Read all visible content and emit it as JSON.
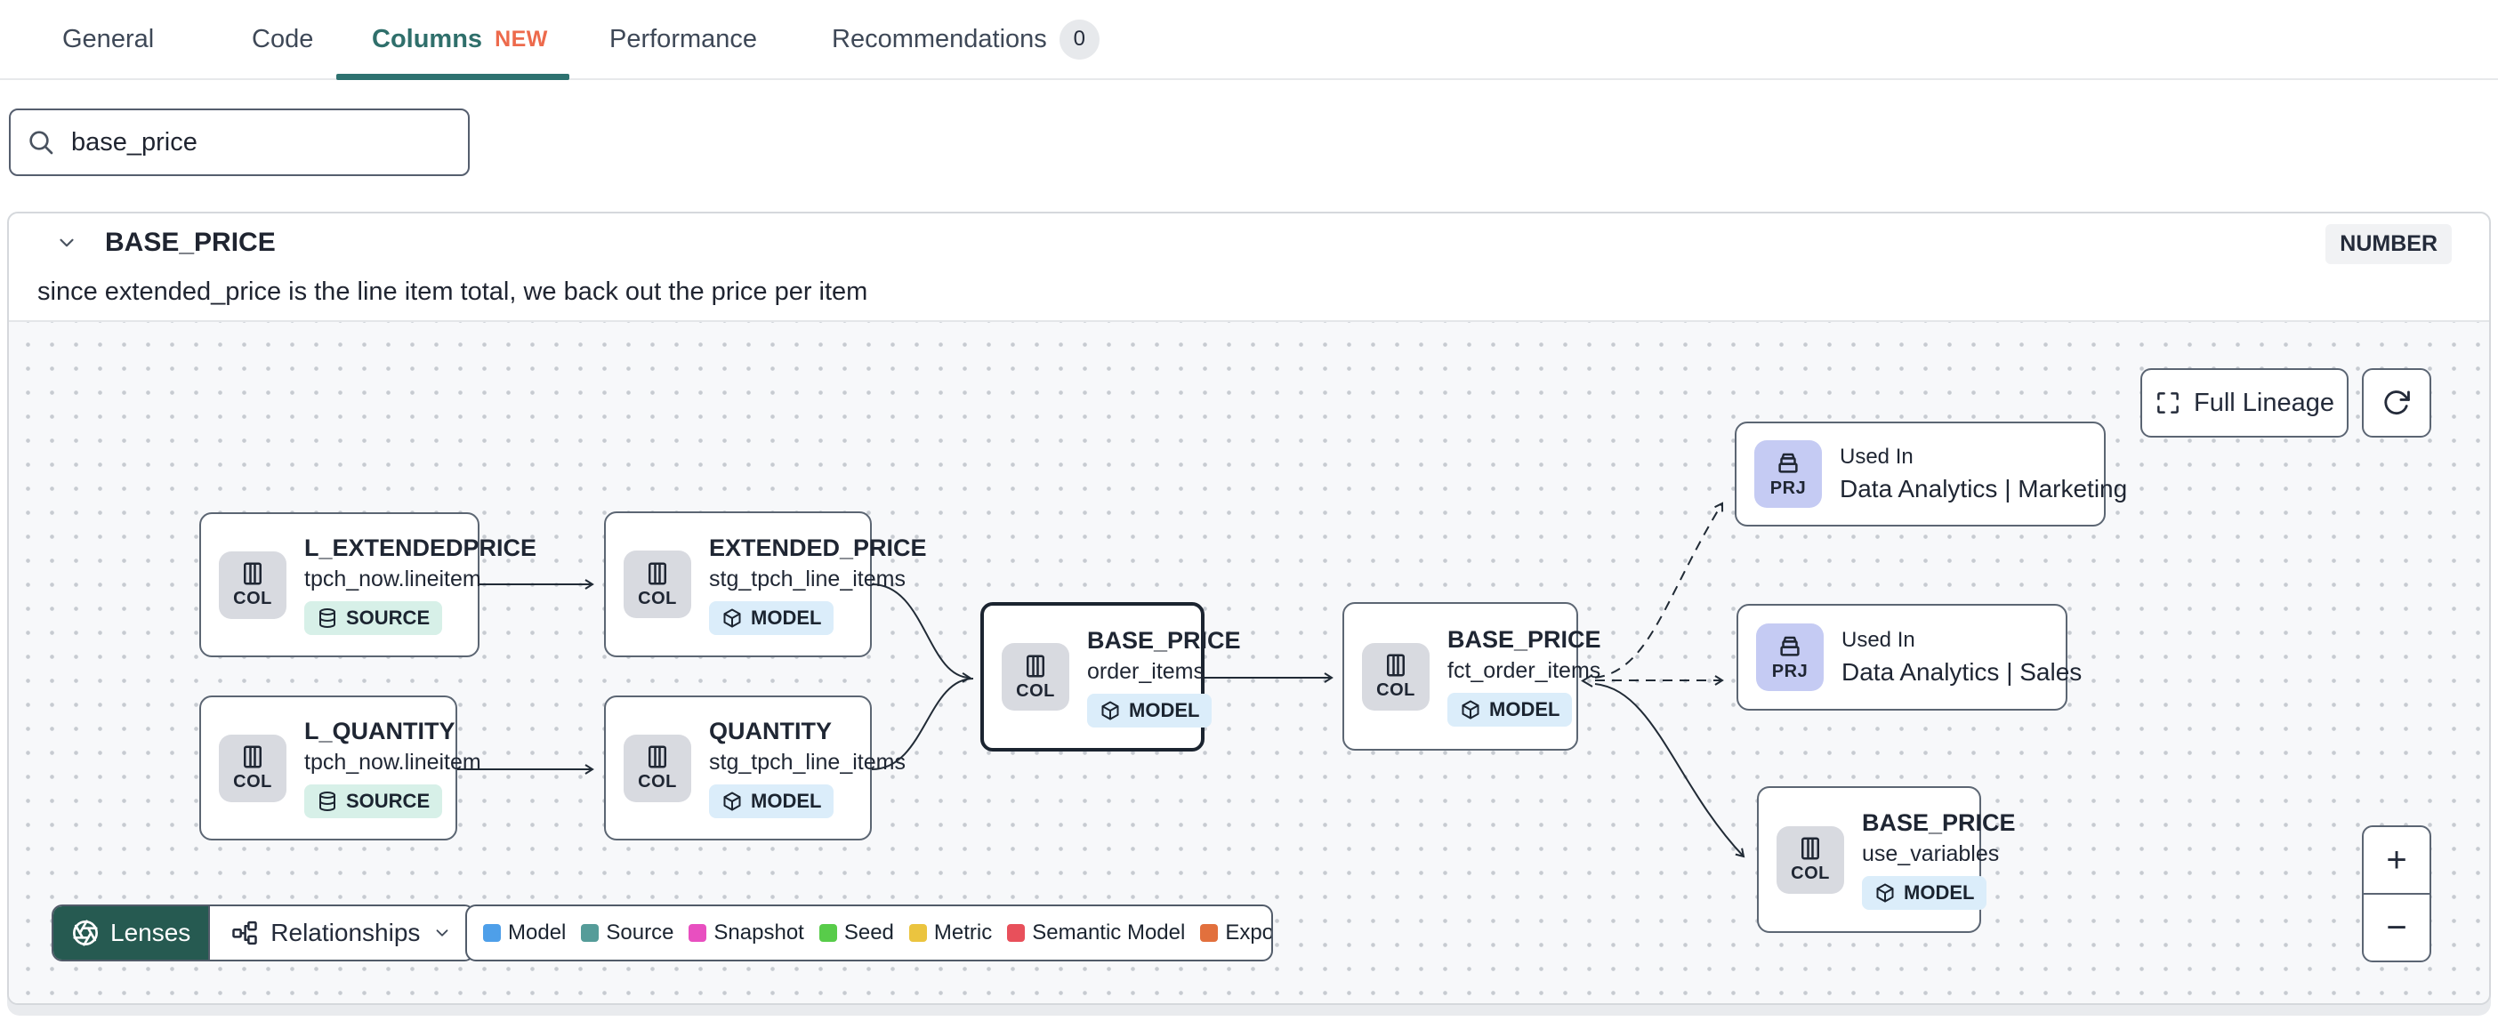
{
  "tabs": {
    "items": [
      {
        "label": "General"
      },
      {
        "label": "Code"
      },
      {
        "label": "Columns",
        "badge": "NEW",
        "active": true
      },
      {
        "label": "Performance"
      },
      {
        "label": "Recommendations",
        "count": "0"
      }
    ]
  },
  "search": {
    "value": "base_price"
  },
  "column_panel": {
    "name": "BASE_PRICE",
    "type_badge": "NUMBER",
    "description": "since extended_price is the line item total, we back out the price per item"
  },
  "lineage": {
    "nodes": [
      {
        "chip": "COL",
        "title": "L_EXTENDEDPRICE",
        "subtitle": "tpch_now.lineitem",
        "badge": "SOURCE"
      },
      {
        "chip": "COL",
        "title": "EXTENDED_PRICE",
        "subtitle": "stg_tpch_line_items",
        "badge": "MODEL"
      },
      {
        "chip": "COL",
        "title": "L_QUANTITY",
        "subtitle": "tpch_now.lineitem",
        "badge": "SOURCE"
      },
      {
        "chip": "COL",
        "title": "QUANTITY",
        "subtitle": "stg_tpch_line_items",
        "badge": "MODEL"
      },
      {
        "chip": "COL",
        "title": "BASE_PRICE",
        "subtitle": "order_items",
        "badge": "MODEL",
        "selected": true
      },
      {
        "chip": "COL",
        "title": "BASE_PRICE",
        "subtitle": "fct_order_items",
        "badge": "MODEL"
      },
      {
        "chip": "COL",
        "title": "BASE_PRICE",
        "subtitle": "use_variables",
        "badge": "MODEL"
      }
    ],
    "exposures": [
      {
        "chip": "PRJ",
        "label": "Used In",
        "name": "Data Analytics | Marketing"
      },
      {
        "chip": "PRJ",
        "label": "Used In",
        "name": "Data Analytics | Sales"
      }
    ],
    "edges": [
      {
        "from": "L_EXTENDEDPRICE (tpch_now.lineitem)",
        "to": "EXTENDED_PRICE (stg_tpch_line_items)",
        "style": "solid"
      },
      {
        "from": "L_QUANTITY (tpch_now.lineitem)",
        "to": "QUANTITY (stg_tpch_line_items)",
        "style": "solid"
      },
      {
        "from": "EXTENDED_PRICE (stg_tpch_line_items)",
        "to": "BASE_PRICE (order_items)",
        "style": "solid"
      },
      {
        "from": "QUANTITY (stg_tpch_line_items)",
        "to": "BASE_PRICE (order_items)",
        "style": "solid"
      },
      {
        "from": "BASE_PRICE (order_items)",
        "to": "BASE_PRICE (fct_order_items)",
        "style": "solid"
      },
      {
        "from": "BASE_PRICE (fct_order_items)",
        "to": "Used In Data Analytics | Marketing",
        "style": "dashed"
      },
      {
        "from": "BASE_PRICE (fct_order_items)",
        "to": "Used In Data Analytics | Sales",
        "style": "dashed"
      },
      {
        "from": "BASE_PRICE (fct_order_items)",
        "to": "BASE_PRICE (use_variables)",
        "style": "solid"
      }
    ],
    "controls": {
      "full_lineage": "Full Lineage",
      "lenses": "Lenses",
      "relationships": "Relationships",
      "zoom_in": "+",
      "zoom_out": "−"
    }
  },
  "legend": {
    "items": [
      {
        "label": "Model",
        "color": "#4E9FE9"
      },
      {
        "label": "Source",
        "color": "#559C99"
      },
      {
        "label": "Snapshot",
        "color": "#E84FC0"
      },
      {
        "label": "Seed",
        "color": "#58CC4A"
      },
      {
        "label": "Metric",
        "color": "#EBC43F"
      },
      {
        "label": "Semantic Model",
        "color": "#E8505B"
      },
      {
        "label": "Exposure",
        "color": "#E2703D"
      }
    ]
  },
  "colors": {
    "active_tab": "#2F6F6B",
    "tab_underline": "#2E7270",
    "new_badge": "#ED6A4C",
    "lenses_button": "#265A51",
    "source_badge_bg": "#D7F0E8",
    "model_badge_bg": "#DBEDFA",
    "col_chip_bg": "#D8DAE0",
    "prj_chip_bg": "#C5CBF3",
    "canvas_bg": "#F7F8FA"
  }
}
